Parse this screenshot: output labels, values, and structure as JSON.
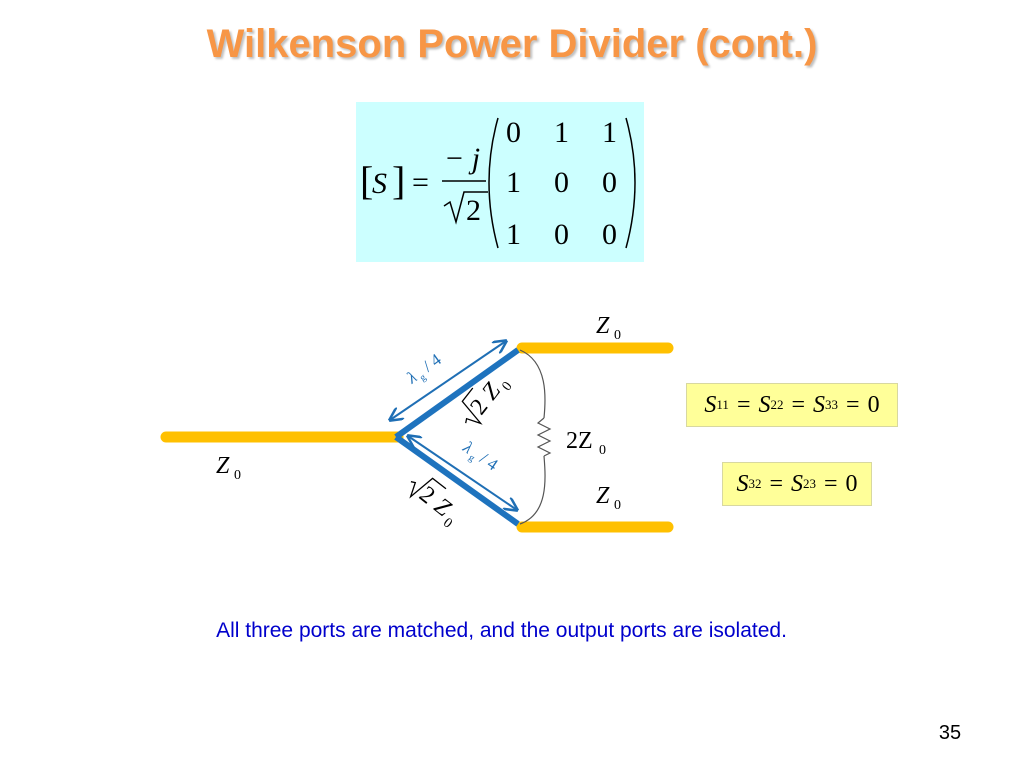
{
  "slide": {
    "title": "Wilkenson Power Divider (cont.)",
    "page_number": "35",
    "caption": "All three ports are matched, and the output ports are isolated."
  },
  "matrix": {
    "lhs": "S",
    "equals": "=",
    "numerator": "− j",
    "denominator": "2",
    "rows": [
      [
        "0",
        "1",
        "1"
      ],
      [
        "1",
        "0",
        "0"
      ],
      [
        "1",
        "0",
        "0"
      ]
    ]
  },
  "circuit": {
    "z": "Z",
    "z_sub": "0",
    "two_z": "2Z",
    "root_two": "2",
    "lambda": "λ",
    "lambda_sub": "g",
    "quarter": "/ 4"
  },
  "equations": {
    "eq1": {
      "s11": "11",
      "s22": "22",
      "s33": "33",
      "result": "0"
    },
    "eq2": {
      "s32": "32",
      "s23": "23",
      "result": "0"
    }
  },
  "colors": {
    "title": "#f79646",
    "matrix_bg": "#ccffff",
    "line": "#ffc000",
    "transformer": "#1e73be",
    "eq_bg": "#ffff99",
    "caption": "#0000cc",
    "arrow": "#1f6fb5"
  },
  "icons": [
    "resistor-icon",
    "arrow-icon"
  ]
}
